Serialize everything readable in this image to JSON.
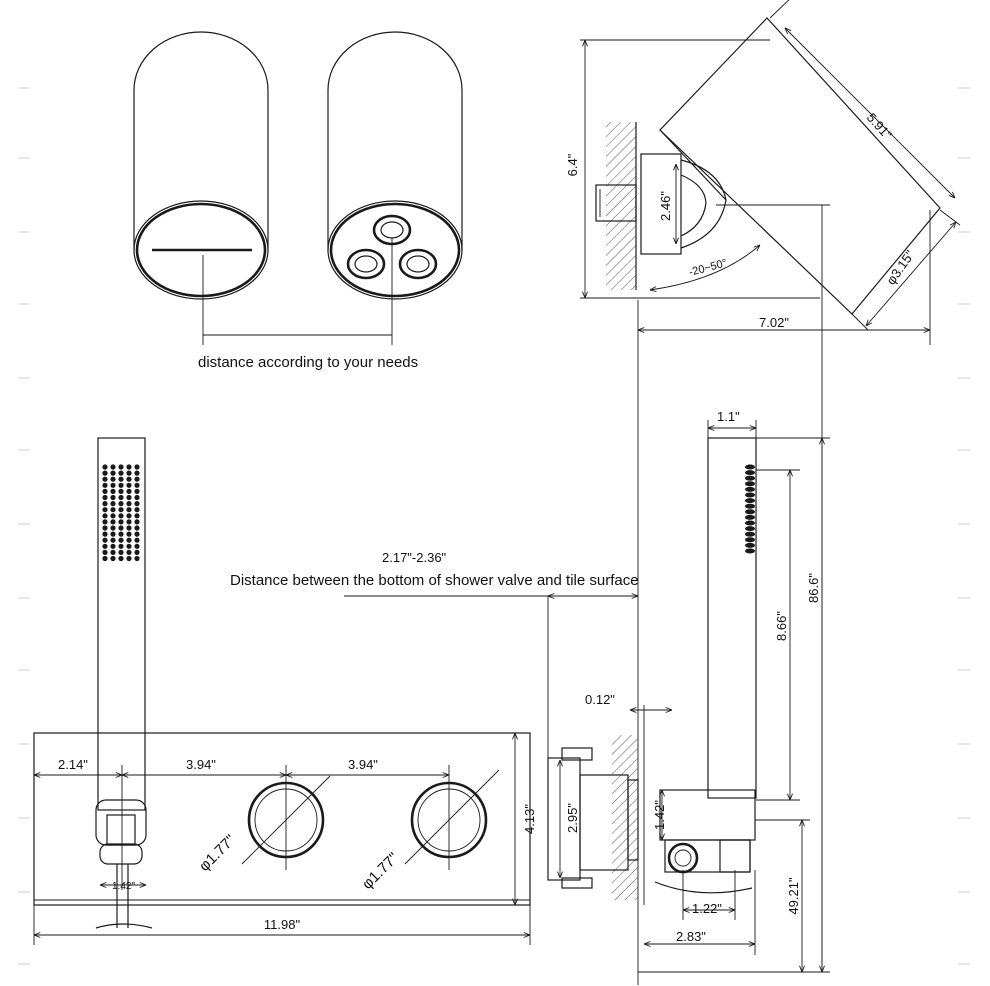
{
  "notes": {
    "distance_note": "distance according to your needs",
    "tile_note_value": "2.17\"-2.36\"",
    "tile_note": "Distance between the bottom of shower valve and tile surface"
  },
  "spout_side": {
    "height": "6.4\"",
    "length": "5.91\"",
    "outlet": "2.46\"",
    "angle": "-20~50°",
    "diameter": "φ3.15\"",
    "projection": "7.02\""
  },
  "front_view": {
    "left_offset": "2.14\"",
    "spacing_1": "3.94\"",
    "spacing_2": "3.94\"",
    "height": "4.13\"",
    "width": "11.98\"",
    "knob_1": "φ1.77\"",
    "knob_2": "φ1.77\"",
    "holder": "1.42\""
  },
  "side_view": {
    "handle_width": "1.1\"",
    "overall": "86.6\"",
    "handle_length": "8.66\"",
    "plate": "0.12\"",
    "valve": "2.95\"",
    "bracket": "1.42\"",
    "depth_1": "1.22\"",
    "depth_2": "2.83\"",
    "floor": "49.21\""
  }
}
